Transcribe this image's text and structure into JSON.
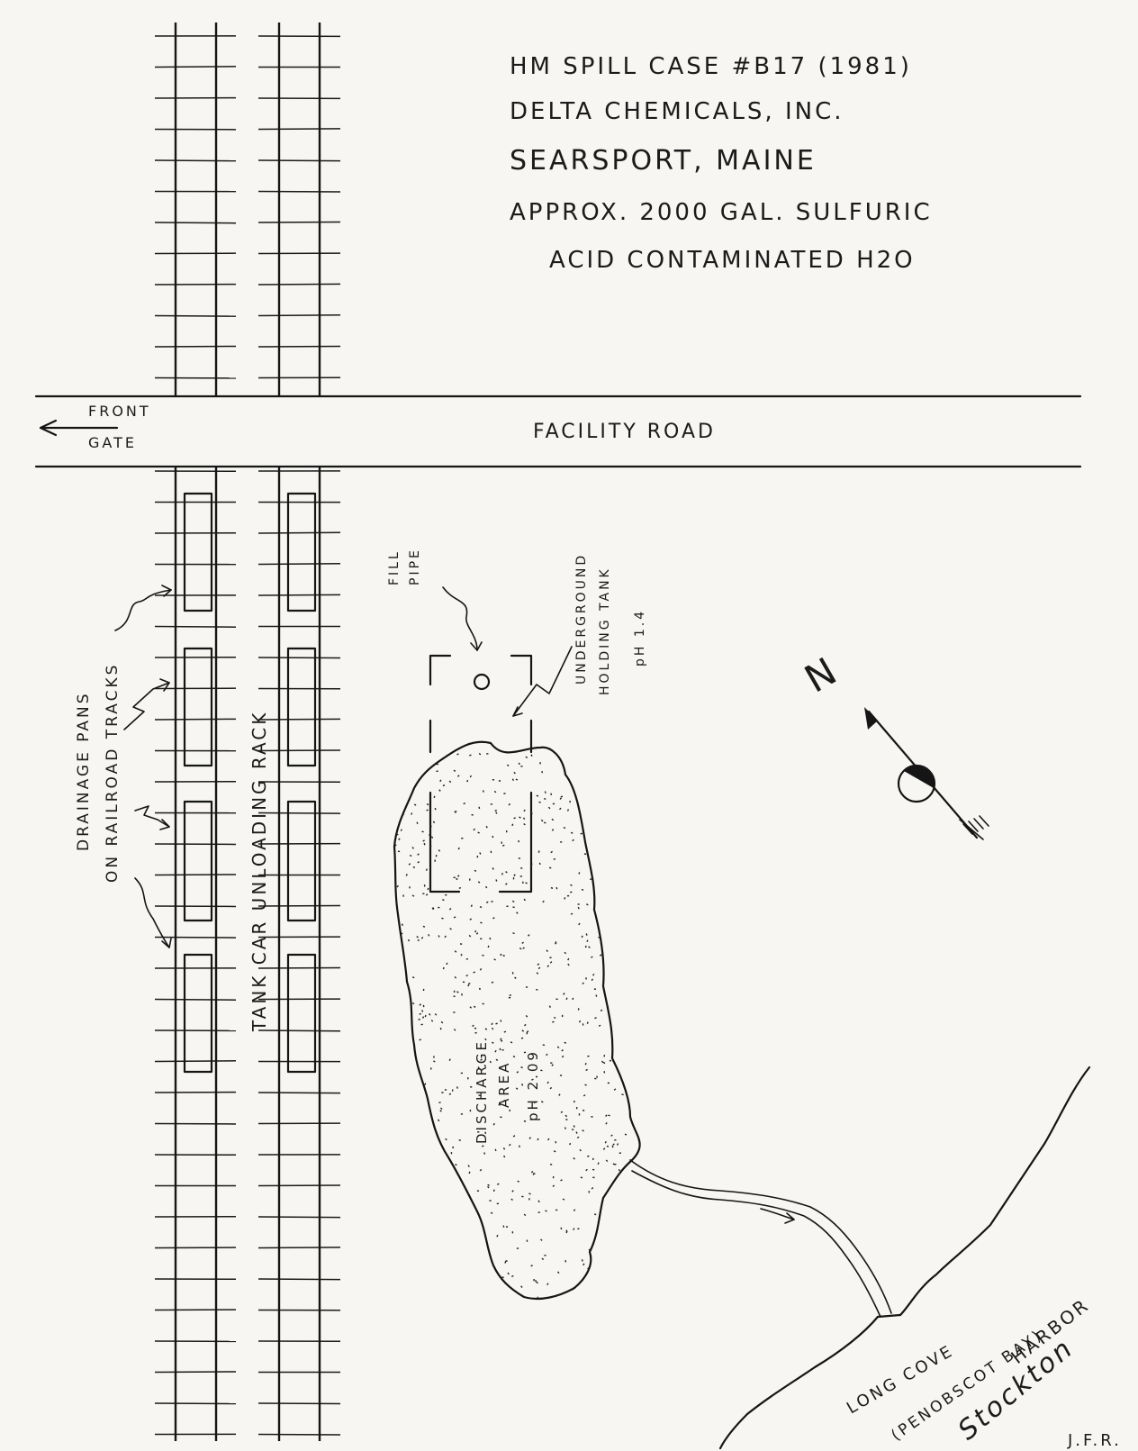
{
  "title_lines": [
    "HM SPILL CASE #B17 (1981)",
    "DELTA CHEMICALS, INC.",
    "SEARSPORT, MAINE",
    "APPROX. 2000 GAL. SULFURIC",
    "ACID CONTAMINATED H2O"
  ],
  "labels": {
    "front_gate_1": "FRONT",
    "front_gate_2": "GATE",
    "facility_road": "FACILITY ROAD",
    "drainage_1": "DRAINAGE PANS",
    "drainage_2": "ON RAILROAD TRACKS",
    "rack": "TANK CAR UNLOADING RACK",
    "fill_pipe_1": "FILL",
    "fill_pipe_2": "PIPE",
    "tank_1": "UNDERGROUND",
    "tank_2": "HOLDING TANK",
    "tank_3": "pH 1.4",
    "discharge_1": "DISCHARGE",
    "discharge_2": "AREA",
    "discharge_3": "pH 2.09",
    "north": "N",
    "long_cove": "LONG COVE",
    "penobscot": "(PENOBSCOT BAY)",
    "stockton": "Stockton",
    "harbor": "HARBOR",
    "initials": "J.F.R."
  },
  "colors": {
    "ink": "#151515",
    "paper": "#f7f6f2"
  }
}
